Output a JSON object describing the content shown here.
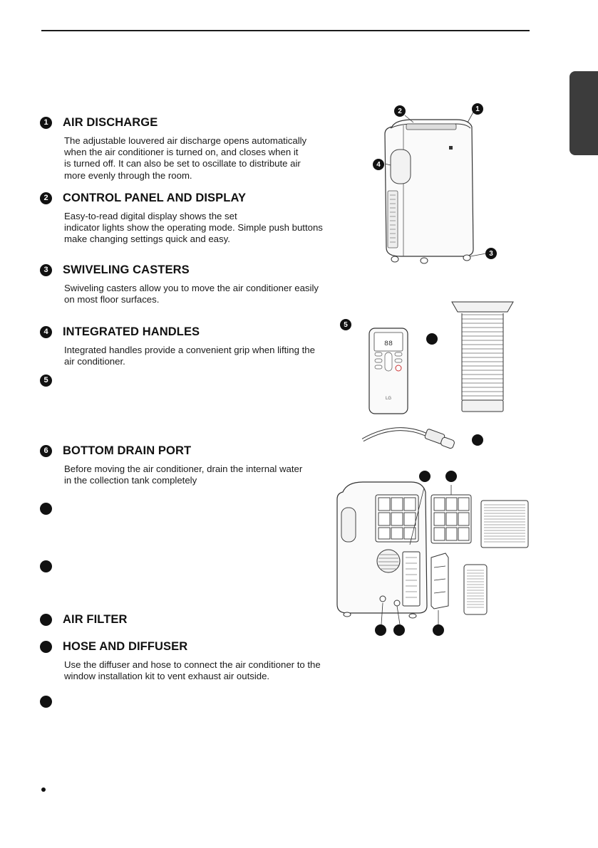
{
  "features": [
    {
      "number": "1",
      "title": "AIR DISCHARGE",
      "lines": [
        "The adjustable louvered air discharge opens automatically",
        "when the air conditioner is turned on, and closes when it",
        "is turned off. It can also be set to oscillate to distribute air",
        "more evenly through the room."
      ]
    },
    {
      "number": "2",
      "title": "CONTROL PANEL AND DISPLAY",
      "lines": [
        "Easy-to-read digital display shows the set",
        "indicator lights show the operating mode. Simple push buttons",
        "make changing settings quick and easy."
      ]
    },
    {
      "number": "3",
      "title": "SWIVELING CASTERS",
      "lines": [
        "Swiveling casters allow you to move the air conditioner easily",
        "on most floor surfaces."
      ]
    },
    {
      "number": "4",
      "title": "INTEGRATED HANDLES",
      "lines": [
        "Integrated handles provide a convenient grip when lifting the",
        "air conditioner."
      ]
    },
    {
      "number": "5",
      "title": "",
      "lines": []
    },
    {
      "number": "6",
      "title": "BOTTOM DRAIN PORT",
      "lines": [
        "Before moving the air conditioner, drain the internal water",
        "in the collection tank completely"
      ]
    },
    {
      "number": "",
      "title": "",
      "lines": []
    },
    {
      "number": "",
      "title": "",
      "lines": []
    },
    {
      "number": "",
      "title": "AIR FILTER",
      "lines": []
    },
    {
      "number": "",
      "title": "HOSE  AND DIFFUSER",
      "lines": [
        "Use the diffuser and hose to connect the air conditioner to the",
        "window installation kit to vent exhaust air outside."
      ]
    },
    {
      "number": "",
      "title": "",
      "lines": []
    }
  ],
  "figure_callouts": {
    "unit_top": [
      "2",
      "1"
    ],
    "unit_handle": "4",
    "unit_caster": "3",
    "remote": "5"
  },
  "remote": {
    "display": "88",
    "brand": "LG"
  },
  "colors": {
    "badge": "#111111",
    "side_tab": "#3c3c3c",
    "rule": "#1a1a1a"
  }
}
